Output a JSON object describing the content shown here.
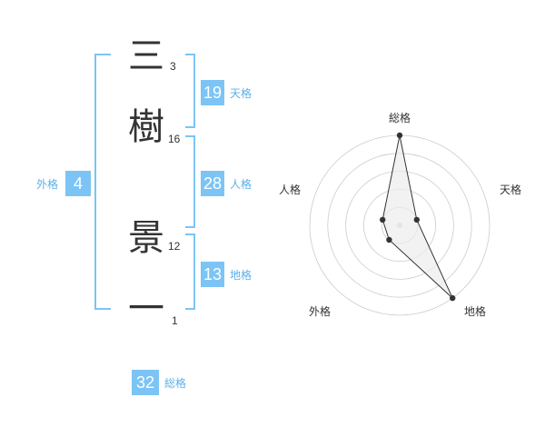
{
  "colors": {
    "accent": "#7cc4f5",
    "label": "#5ab0ea",
    "text": "#333333",
    "grid": "#cccccc",
    "polygon_fill": "#ececec",
    "polygon_stroke": "#333333"
  },
  "name": {
    "chars": [
      {
        "char": "三",
        "strokes": "3"
      },
      {
        "char": "樹",
        "strokes": "16"
      },
      {
        "char": "景",
        "strokes": "12"
      },
      {
        "char": "一",
        "strokes": "1"
      }
    ]
  },
  "kakusu": {
    "tenkaku": {
      "value": "19",
      "label": "天格"
    },
    "jinkaku": {
      "value": "28",
      "label": "人格"
    },
    "chikaku": {
      "value": "13",
      "label": "地格"
    },
    "gaikaku": {
      "value": "4",
      "label": "外格"
    },
    "soukaku": {
      "value": "32",
      "label": "総格"
    }
  },
  "chart_data": {
    "type": "radar",
    "axes": [
      "総格",
      "天格",
      "地格",
      "外格",
      "人格"
    ],
    "values": [
      5,
      1,
      5,
      1,
      1
    ],
    "range": [
      0,
      5
    ],
    "rings": 5
  }
}
